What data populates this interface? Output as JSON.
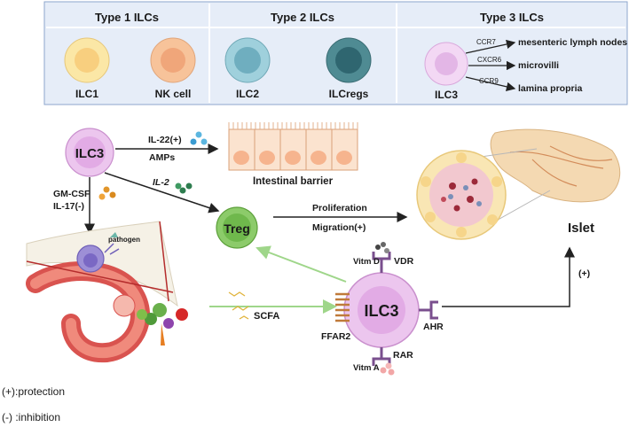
{
  "panel": {
    "groups": [
      {
        "title": "Type 1 ILCs",
        "cells": [
          "ILC1",
          "NK cell"
        ]
      },
      {
        "title": "Type 2 ILCs",
        "cells": [
          "ILC2",
          "ILCregs"
        ]
      },
      {
        "title": "Type 3 ILCs",
        "cells": [
          "ILC3"
        ]
      }
    ],
    "receptors": [
      {
        "name": "CCR7",
        "target": "mesenteric lymph nodes"
      },
      {
        "name": "CXCR6",
        "target": "microvilli"
      },
      {
        "name": "CCR9",
        "target": "lamina propria"
      }
    ]
  },
  "diagram": {
    "ilc3_top": "ILC3",
    "il22": "IL-22(+)",
    "amps": "AMPs",
    "barrier": "Intestinal barrier",
    "gmcsf": "GM-CSF",
    "il17": "IL-17(-)",
    "il2": "IL-2",
    "treg": "Treg",
    "proliferation": "Proliferation",
    "migration": "Migration(+)",
    "islet": "Islet",
    "pathogen": "pathogen",
    "scfa": "SCFA",
    "ilc3_big": "ILC3",
    "vitd": "Vitm D",
    "vdr": "VDR",
    "ffar2": "FFAR2",
    "ahr": "AHR",
    "rar": "RAR",
    "vita": "Vitm A",
    "plus": "(+)"
  },
  "legend": {
    "protection": "(+):protection",
    "inhibition": "(-) :inhibition"
  },
  "colors": {
    "ilc1": "#fbe7a6",
    "nk": "#f7c39a",
    "ilc2": "#8fc6d3",
    "ilcreg": "#4f8b93",
    "ilc3": "#ecc6ee",
    "treg": "#7bc45c",
    "green_arrow": "#9fd68a"
  }
}
